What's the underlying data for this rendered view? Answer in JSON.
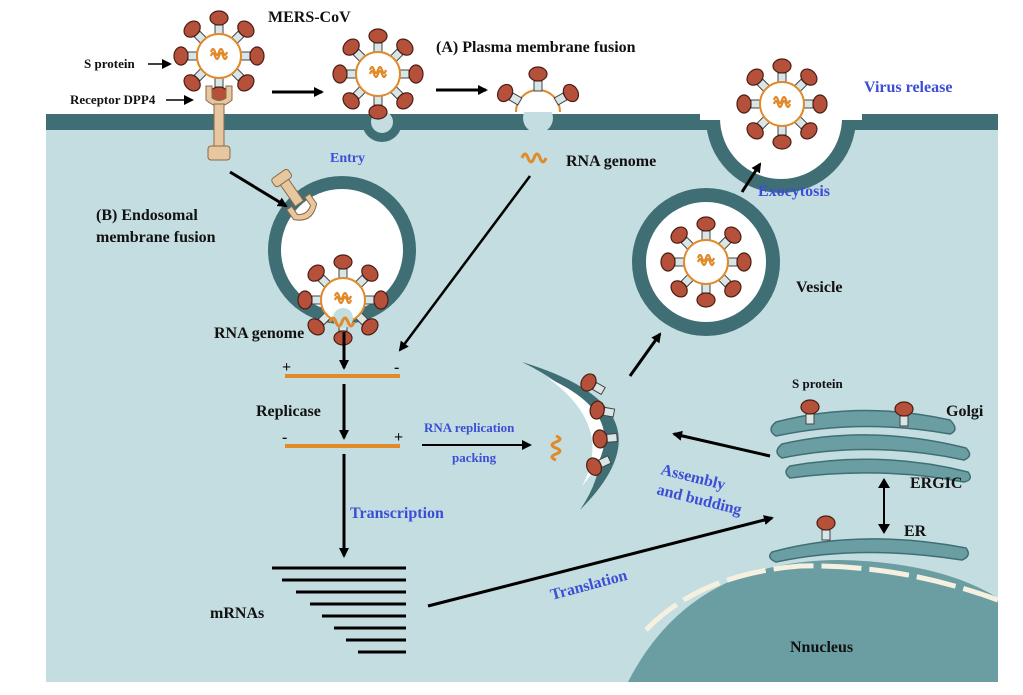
{
  "labels": {
    "title": "MERS-CoV",
    "s_protein_top": "S protein",
    "receptor": "Receptor  DPP4",
    "plasma_fusion": "(A) Plasma membrane fusion",
    "virus_release": "Virus release",
    "entry": "Entry",
    "rna_genome_top": "RNA genome",
    "endosomal_line1": "(B) Endosomal",
    "endosomal_line2": "membrane fusion",
    "exocytosis": "Exocytosis",
    "vesicle": "Vesicle",
    "rna_genome_left": "RNA genome",
    "plus_1": "+",
    "minus_1": "-",
    "replicase": "Replicase",
    "minus_2": "-",
    "plus_2": "+",
    "rna_replication": "RNA replication",
    "packing": "packing",
    "assembly": "Assembly",
    "and_budding": "and budding",
    "s_protein_golgi": "S protein",
    "golgi": "Golgi",
    "ergic": "ERGIC",
    "er": "ER",
    "transcription": "Transcription",
    "translation": "Translation",
    "mrnas": "mRNAs",
    "nucleus": "Nnucleus"
  },
  "colors": {
    "cytoplasm": "#c4dde0",
    "membrane": "#3f6f74",
    "spike": "#b5503a",
    "genome": "#e08a2a",
    "receptor": "#e6c7a0",
    "label_blue": "#3b4fd6",
    "nucleus": "#6a9ea3"
  }
}
